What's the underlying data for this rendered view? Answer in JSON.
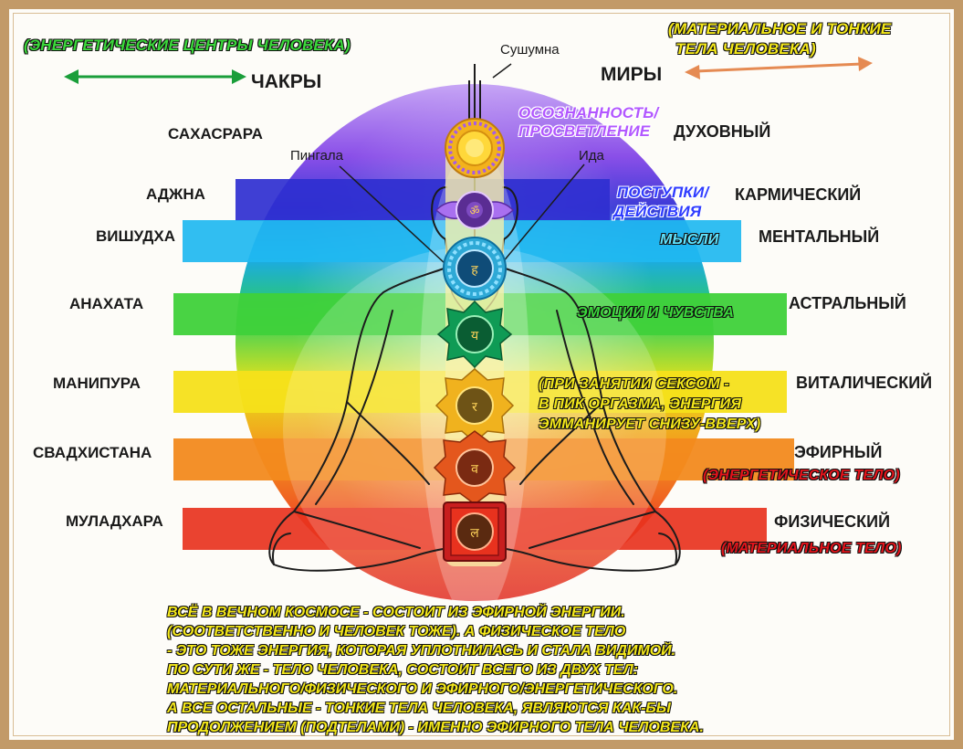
{
  "headers": {
    "chakras": "ЧАКРЫ",
    "worlds": "МИРЫ",
    "sushumna": "Сушумна",
    "pingala": "Пингала",
    "ida": "Ида"
  },
  "left_note": "(ЭНЕРГЕТИЧЕСКИЕ ЦЕНТРЫ ЧЕЛОВЕКА)",
  "right_note": {
    "line1": "(МАТЕРИАЛЬНОЕ И ТОНКИЕ",
    "line2": "ТЕЛА ЧЕЛОВЕКА)"
  },
  "chakras": [
    "САХАСРАРА",
    "АДЖНА",
    "ВИШУДХА",
    "АНАХАТА",
    "МАНИПУРА",
    "СВАДХИСТАНА",
    "МУЛАДХАРА"
  ],
  "worlds": [
    "ДУХОВНЫЙ",
    "КАРМИЧЕСКИЙ",
    "МЕНТАЛЬНЫЙ",
    "АСТРАЛЬНЫЙ",
    "ВИТАЛИЧЕСКИЙ",
    "ЭФИРНЫЙ",
    "ФИЗИЧЕСКИЙ"
  ],
  "annotations": {
    "awareness_1": "ОСОЗНАННОСТЬ/",
    "awareness_2": "ПРОСВЕТЛЕНИЕ",
    "actions_1": "ПОСТУПКИ/",
    "actions_2": "ДЕЙСТВИЯ",
    "thoughts": "МЫСЛИ",
    "emotions": "ЭМОЦИИ И ЧУВСТВА",
    "sex_1": "(ПРИ ЗАНЯТИИ СЕКСОМ -",
    "sex_2": "В ПИК ОРГАЗМА, ЭНЕРГИЯ",
    "sex_3": "ЭММАНИРУЕТ СНИЗУ-ВВЕРХ)",
    "energy_body": "(ЭНЕРГЕТИЧЕСКОЕ ТЕЛО)",
    "material_body": "(МАТЕРИАЛЬНОЕ ТЕЛО)"
  },
  "bottom_text": [
    "ВСЁ В ВЕЧНОМ КОСМОСЕ - СОСТОИТ ИЗ ЭФИРНОЙ ЭНЕРГИИ.",
    "(СООТВЕТСТВЕННО И ЧЕЛОВЕК ТОЖЕ). А ФИЗИЧЕСКОЕ ТЕЛО",
    "- ЭТО ТОЖЕ ЭНЕРГИЯ, КОТОРАЯ УПЛОТНИЛАСЬ И СТАЛА ВИДИМОЙ.",
    "ПО СУТИ ЖЕ - ТЕЛО ЧЕЛОВЕКА, СОСТОИТ ВСЕГО ИЗ ДВУХ ТЕЛ:",
    "МАТЕРИАЛЬНОГО/ФИЗИЧЕСКОГО И ЭФИРНОГО/ЭНЕРГЕТИЧЕСКОГО.",
    "А ВСЕ ОСТАЛЬНЫЕ - ТОНКИЕ ТЕЛА ЧЕЛОВЕКА, ЯВЛЯЮТСЯ КАК-БЫ",
    "ПРОДОЛЖЕНИЕМ (ПОДТЕЛАМИ) - ИМЕННО ЭФИРНОГО ТЕЛА ЧЕЛОВЕКА."
  ],
  "colors": {
    "violet": "#9b5cf0",
    "indigo": "#2f2fd0",
    "blue": "#1fb8f0",
    "green": "#3fd13a",
    "yellow": "#f5e01a",
    "orange": "#f28a1e",
    "red": "#e8331e",
    "left_arrow": "#1a9e3a",
    "right_arrow": "#e58a52"
  }
}
